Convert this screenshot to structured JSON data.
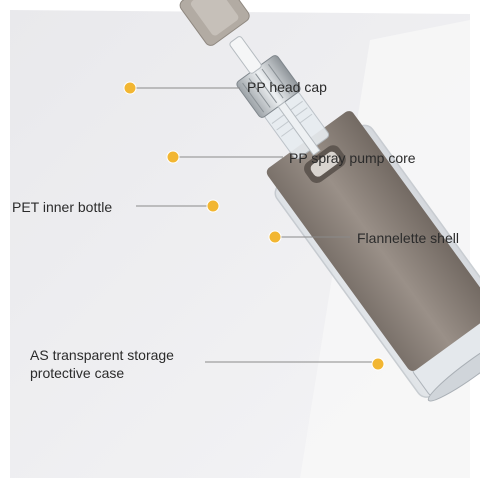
{
  "labels": {
    "head_cap": "PP head cap",
    "spray_pump": "PP spray pump core",
    "pet_bottle": "PET inner bottle",
    "shell": "Flannelette shell",
    "case_line1": "AS transparent storage",
    "case_line2": "protective case"
  },
  "colors": {
    "callout_dot": "#f2b632",
    "shell": "#8d837b",
    "cap": "#b3aca4",
    "leader": "#888888"
  }
}
